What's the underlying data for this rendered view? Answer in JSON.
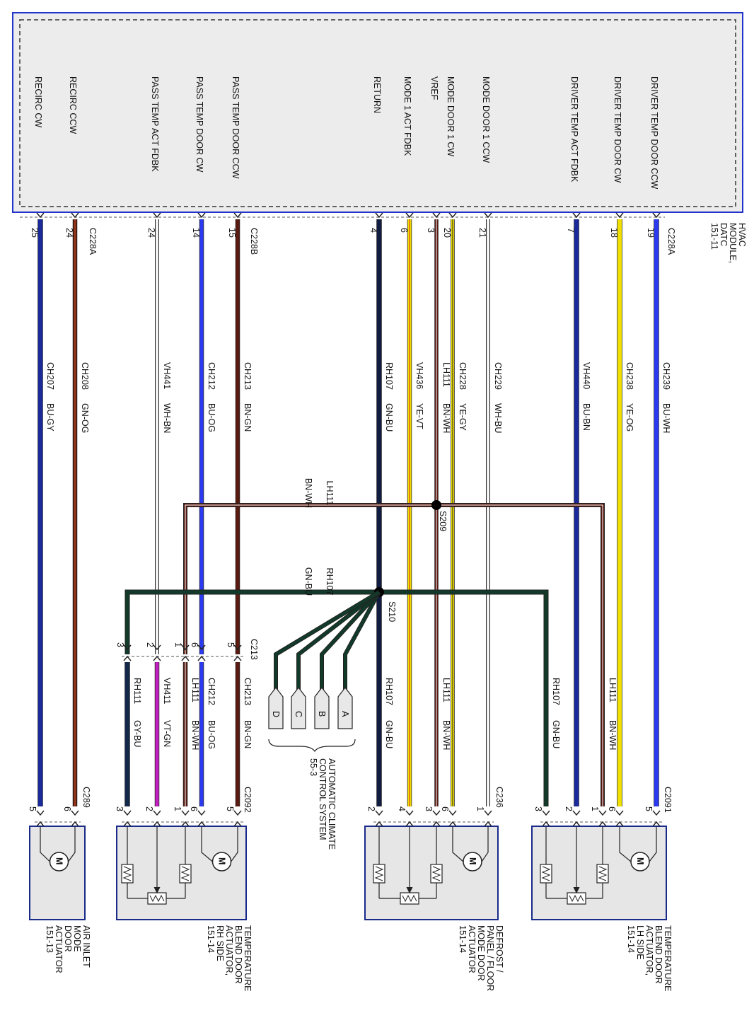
{
  "module": {
    "title_lines": [
      "HVAC",
      "MODULE,",
      "DATC",
      "151-11"
    ],
    "connector_driver": "C228A",
    "connector_pass": "C228B",
    "connector_recirc": "C228A"
  },
  "pins": [
    {
      "id": "recirc-cw",
      "label": "RECIRC CW",
      "pin": "25",
      "circuit": "CH207",
      "color_code": "BU-GY"
    },
    {
      "id": "recirc-ccw",
      "label": "RECIRC CCW",
      "pin": "24",
      "circuit": "CH208",
      "color_code": "GN-OG"
    },
    {
      "id": "pass-temp-act-fdbk",
      "label": "PASS TEMP ACT FDBK",
      "pin": "24",
      "circuit": "VH441",
      "color_code": "WH-BN"
    },
    {
      "id": "pass-temp-door-cw",
      "label": "PASS TEMP DOOR CW",
      "pin": "14",
      "circuit": "CH212",
      "color_code": "BU-OG"
    },
    {
      "id": "pass-temp-door-ccw",
      "label": "PASS TEMP DOOR CCW",
      "pin": "15",
      "circuit": "CH213",
      "color_code": "BN-GN"
    },
    {
      "id": "return",
      "label": "RETURN",
      "pin": "4",
      "circuit": "RH107",
      "color_code": "GN-BU"
    },
    {
      "id": "mode1-act-fdbk",
      "label": "MODE 1 ACT FDBK",
      "pin": "6",
      "circuit": "VH436",
      "color_code": "YE-VT"
    },
    {
      "id": "vref",
      "label": "VREF",
      "pin": "3",
      "circuit": "LH111",
      "color_code": "BN-WH"
    },
    {
      "id": "mode-door1-cw",
      "label": "MODE DOOR 1 CW",
      "pin": "20",
      "circuit": "CH228",
      "color_code": "YE-GY"
    },
    {
      "id": "mode-door1-ccw",
      "label": "MODE DOOR 1 CCW",
      "pin": "21",
      "circuit": "CH229",
      "color_code": "WH-BU"
    },
    {
      "id": "driver-temp-act-fdbk",
      "label": "DRIVER TEMP ACT FDBK",
      "pin": "7",
      "circuit": "VH440",
      "color_code": "BU-BN"
    },
    {
      "id": "driver-temp-door-cw",
      "label": "DRIVER TEMP DOOR CW",
      "pin": "18",
      "circuit": "CH238",
      "color_code": "YE-OG"
    },
    {
      "id": "driver-temp-door-ccw",
      "label": "DRIVER TEMP DOOR CCW",
      "pin": "19",
      "circuit": "CH239",
      "color_code": "BU-WH"
    }
  ],
  "bus": {
    "lh111": {
      "circuit": "LH111",
      "color_code": "BN-WH",
      "splice": "S209"
    },
    "rh107": {
      "circuit": "RH107",
      "color_code": "GN-BU",
      "splice": "S210"
    }
  },
  "c213": {
    "connector": "C213",
    "pins": [
      "3",
      "2",
      "1",
      "6",
      "5"
    ],
    "wires": [
      {
        "circuit": "RH111",
        "color_code": "GY-BU"
      },
      {
        "circuit": "VH411",
        "color_code": "VT-GN"
      },
      {
        "circuit": "LH111",
        "color_code": "BN-WH"
      },
      {
        "circuit": "CH212",
        "color_code": "BU-OG"
      },
      {
        "circuit": "CH213",
        "color_code": "BN-GN"
      }
    ]
  },
  "lower_wires": {
    "return": {
      "circuit": "RH107",
      "color_code": "GN-BU"
    },
    "vref": {
      "circuit": "LH111",
      "color_code": "BN-WH"
    },
    "driver_rh107": {
      "circuit": "RH107",
      "color_code": "GN-BU"
    },
    "driver_lh111": {
      "circuit": "LH111",
      "color_code": "BN-WH"
    }
  },
  "acc": {
    "pins": [
      "A",
      "B",
      "C",
      "D"
    ],
    "lines": [
      "AUTOMATIC CLIMATE",
      "CONTROL SYSTEM",
      "55-3"
    ]
  },
  "actuators": [
    {
      "id": "air-inlet",
      "connector": "C289",
      "pins": [
        "5",
        "6"
      ],
      "lines": [
        "AIR INLET",
        "MODE",
        "DOOR",
        "ACTUATOR",
        "151-13"
      ]
    },
    {
      "id": "pass-blend",
      "connector": "C2092",
      "pins": [
        "3",
        "2",
        "1",
        "6",
        "5"
      ],
      "lines": [
        "TEMPERATURE",
        "BLEND DOOR",
        "ACTUATOR,",
        "RH SIDE",
        "151-14"
      ]
    },
    {
      "id": "mode-door",
      "connector": "C236",
      "pins": [
        "2",
        "4",
        "3",
        "6",
        "1"
      ],
      "lines": [
        "DEFROST /",
        "PANEL / FLOOR",
        "MODE DOOR",
        "ACTUATOR",
        "151-14"
      ]
    },
    {
      "id": "driver-blend",
      "connector": "C2091",
      "pins": [
        "3",
        "2",
        "1",
        "6",
        "5"
      ],
      "lines": [
        "TEMPERATURE",
        "BLEND DOOR",
        "ACTUATOR,",
        "LH SIDE",
        "151-14"
      ]
    }
  ],
  "motor_symbol": "M",
  "colors": {
    "frame": "#2233cc",
    "brown": "#5a1a10",
    "blue": "#1a2a9a",
    "bright_blue": "#2a3af0",
    "yellow": "#f0e000",
    "magenta": "#c020c0",
    "green_blue": "#123a2a",
    "box_fill": "#e6e6e6"
  }
}
